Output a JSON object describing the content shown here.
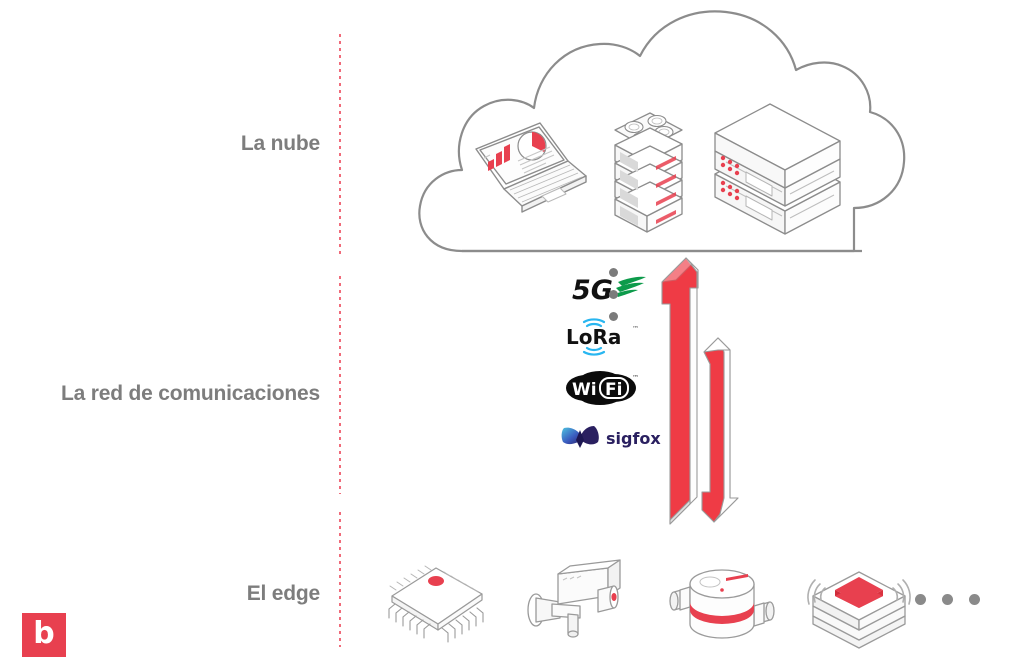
{
  "diagram": {
    "title": "IoT architecture layers",
    "brand": {
      "mark_letter": "b",
      "color": "#e8404f"
    },
    "colors": {
      "accent_red": "#e8404f",
      "arrow_red": "#ef3b45",
      "label_gray": "#7d7d7d",
      "outline_gray": "#8c8c8c",
      "divider_pink": "#f06b7a",
      "dot_gray": "#7b7b7b"
    },
    "layers": [
      {
        "id": "cloud",
        "label": "La nube",
        "items": [
          {
            "name": "laptop-analytics",
            "label": "laptop-with-dashboard-icon"
          },
          {
            "name": "server-rack-stack",
            "label": "server-stack-icon"
          },
          {
            "name": "data-center-rack",
            "label": "data-center-rack-icon"
          }
        ]
      },
      {
        "id": "network",
        "label": "La red de comunicaciones",
        "items": [
          {
            "name": "5g",
            "label": "5G",
            "logo": "5g-logo",
            "color": "#0d9b4b"
          },
          {
            "name": "lora",
            "label": "LoRa",
            "logo": "lora-logo",
            "color": "#29b6f0"
          },
          {
            "name": "wifi",
            "label": "Wi Fi",
            "logo": "wifi-logo",
            "color": "#000000"
          },
          {
            "name": "sigfox",
            "label": "sigfox",
            "logo": "sigfox-logo",
            "color": "#3b3a8f"
          }
        ],
        "more_indicator": "vertical-ellipsis"
      },
      {
        "id": "edge",
        "label": "El edge",
        "items": [
          {
            "name": "microchip",
            "label": "microchip-icon"
          },
          {
            "name": "security-camera",
            "label": "security-camera-icon"
          },
          {
            "name": "water-meter",
            "label": "water-meter-icon"
          },
          {
            "name": "wireless-sensor",
            "label": "wireless-sensor-icon"
          }
        ],
        "more_indicator": "horizontal-ellipsis"
      }
    ],
    "flow": {
      "up_arrow": "uplink-arrow",
      "down_arrow": "downlink-arrow"
    }
  }
}
